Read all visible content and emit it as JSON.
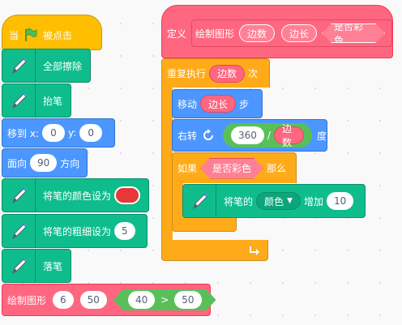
{
  "stack1": {
    "when_flag_prefix": "当",
    "when_flag_suffix": "被点击",
    "erase_all": "全部擦除",
    "pen_up": "抬笔",
    "goto_label": "移到 x:",
    "goto_x": "0",
    "goto_y_label": "y:",
    "goto_y": "0",
    "point_label": "面向",
    "point_value": "90",
    "point_suffix": "方向",
    "set_color_label": "将笔的颜色设为",
    "set_color_value": "#E63838",
    "set_size_label": "将笔的粗细设为",
    "set_size_value": "5",
    "pen_down": "落笔",
    "call_label": "绘制图形",
    "call_arg1": "6",
    "call_arg2": "50",
    "cmp_left": "40",
    "cmp_op": ">",
    "cmp_right": "50"
  },
  "stack2": {
    "define_label": "定义",
    "define_name": "绘制图形",
    "param1": "边数",
    "param2": "边长",
    "param3": "是否彩色",
    "repeat_label": "重复执行",
    "repeat_arg": "边数",
    "repeat_suffix": "次",
    "move_label": "移动",
    "move_arg": "边长",
    "move_suffix": "步",
    "turn_label": "右转",
    "turn_num": "360",
    "turn_op": "/",
    "turn_div": "边数",
    "turn_suffix": "度",
    "if_label": "如果",
    "if_cond": "是否彩色",
    "if_then": "那么",
    "change_label": "将笔的",
    "change_param": "颜色",
    "change_mid": "增加",
    "change_value": "10"
  },
  "colors": {
    "events": "#FFBF00",
    "pen": "#0FBD8C",
    "motion": "#4C97FF",
    "custom": "#FF6680",
    "control": "#FFAB19"
  }
}
